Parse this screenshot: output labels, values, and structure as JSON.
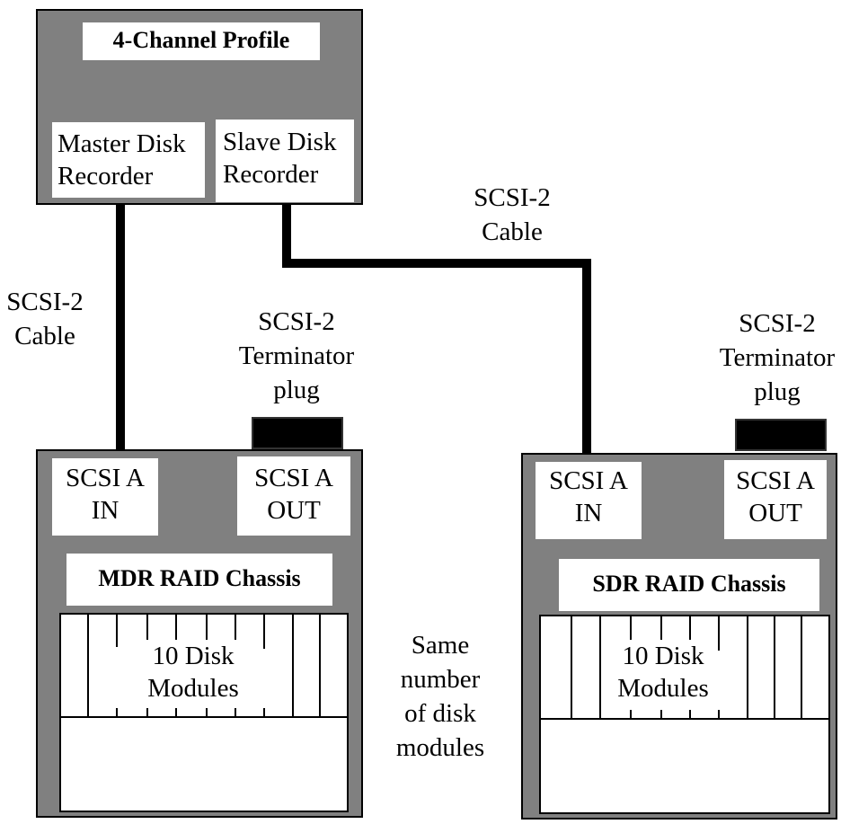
{
  "profile": {
    "title": "4-Channel Profile",
    "master_label_line1": "Master Disk",
    "master_label_line2": "Recorder",
    "slave_label_line1": "Slave Disk",
    "slave_label_line2": "Recorder"
  },
  "cables": {
    "left_line1": "SCSI-2",
    "left_line2": "Cable",
    "right_line1": "SCSI-2",
    "right_line2": "Cable"
  },
  "terminators": {
    "left_line1": "SCSI-2",
    "left_line2": "Terminator",
    "left_line3": "plug",
    "right_line1": "SCSI-2",
    "right_line2": "Terminator",
    "right_line3": "plug"
  },
  "mdr": {
    "in_line1": "SCSI A",
    "in_line2": "IN",
    "out_line1": "SCSI A",
    "out_line2": "OUT",
    "title": "MDR RAID Chassis",
    "modules_line1": "10 Disk",
    "modules_line2": "Modules"
  },
  "sdr": {
    "in_line1": "SCSI A",
    "in_line2": "IN",
    "out_line1": "SCSI A",
    "out_line2": "OUT",
    "title": "SDR RAID Chassis",
    "modules_line1": "10 Disk",
    "modules_line2": "Modules"
  },
  "note": {
    "line1": "Same",
    "line2": "number",
    "line3": "of disk",
    "line4": "modules"
  },
  "colors": {
    "panel": "#808080",
    "cable": "#000000",
    "box": "#ffffff"
  }
}
